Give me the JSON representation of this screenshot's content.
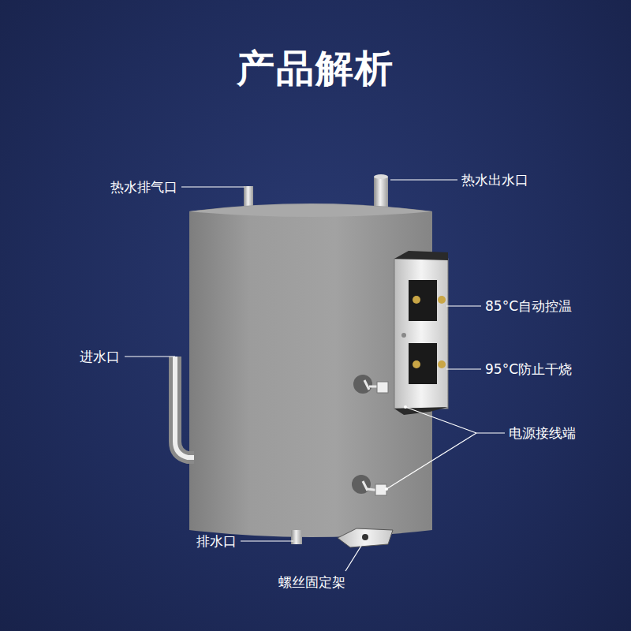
{
  "diagram": {
    "title": "产品解析",
    "labels": [
      "热水排气口",
      "热水出水口",
      "85°C自动控温",
      "进水口",
      "95°C防止干烧",
      "电源接线端",
      "排水口",
      "螺丝固定架"
    ]
  }
}
